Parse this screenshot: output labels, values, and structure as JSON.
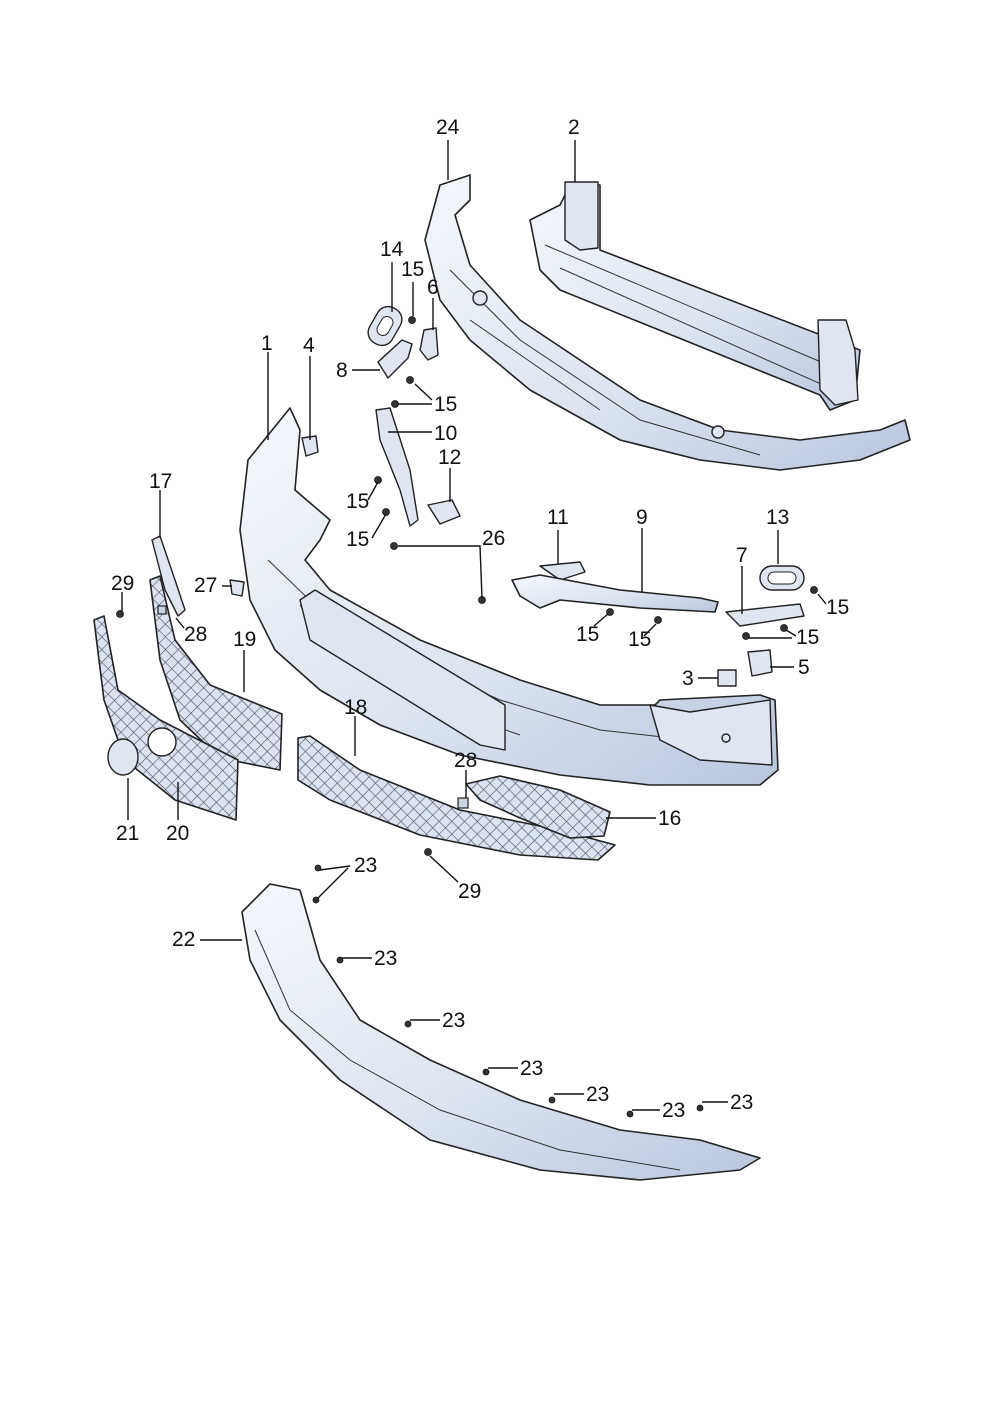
{
  "labels": {
    "l1": "1",
    "l2": "2",
    "l3": "3",
    "l4": "4",
    "l5": "5",
    "l6": "6",
    "l7": "7",
    "l8": "8",
    "l9": "9",
    "l10": "10",
    "l11": "11",
    "l12": "12",
    "l13": "13",
    "l14": "14",
    "l15a": "15",
    "l15b": "15",
    "l15c": "15",
    "l15d": "15",
    "l15e": "15",
    "l15f": "15",
    "l15g": "15",
    "l15h": "15",
    "l16": "16",
    "l17": "17",
    "l18": "18",
    "l19": "19",
    "l20": "20",
    "l21": "21",
    "l22": "22",
    "l23a": "23",
    "l23b": "23",
    "l23c": "23",
    "l23d": "23",
    "l23e": "23",
    "l23f": "23",
    "l23g": "23",
    "l24": "24",
    "l26": "26",
    "l27": "27",
    "l28a": "28",
    "l28b": "28",
    "l29a": "29",
    "l29b": "29"
  },
  "colors": {
    "part_light": "#f4f7fc",
    "part_shade": "#b9c6dd",
    "outline": "#222222"
  }
}
